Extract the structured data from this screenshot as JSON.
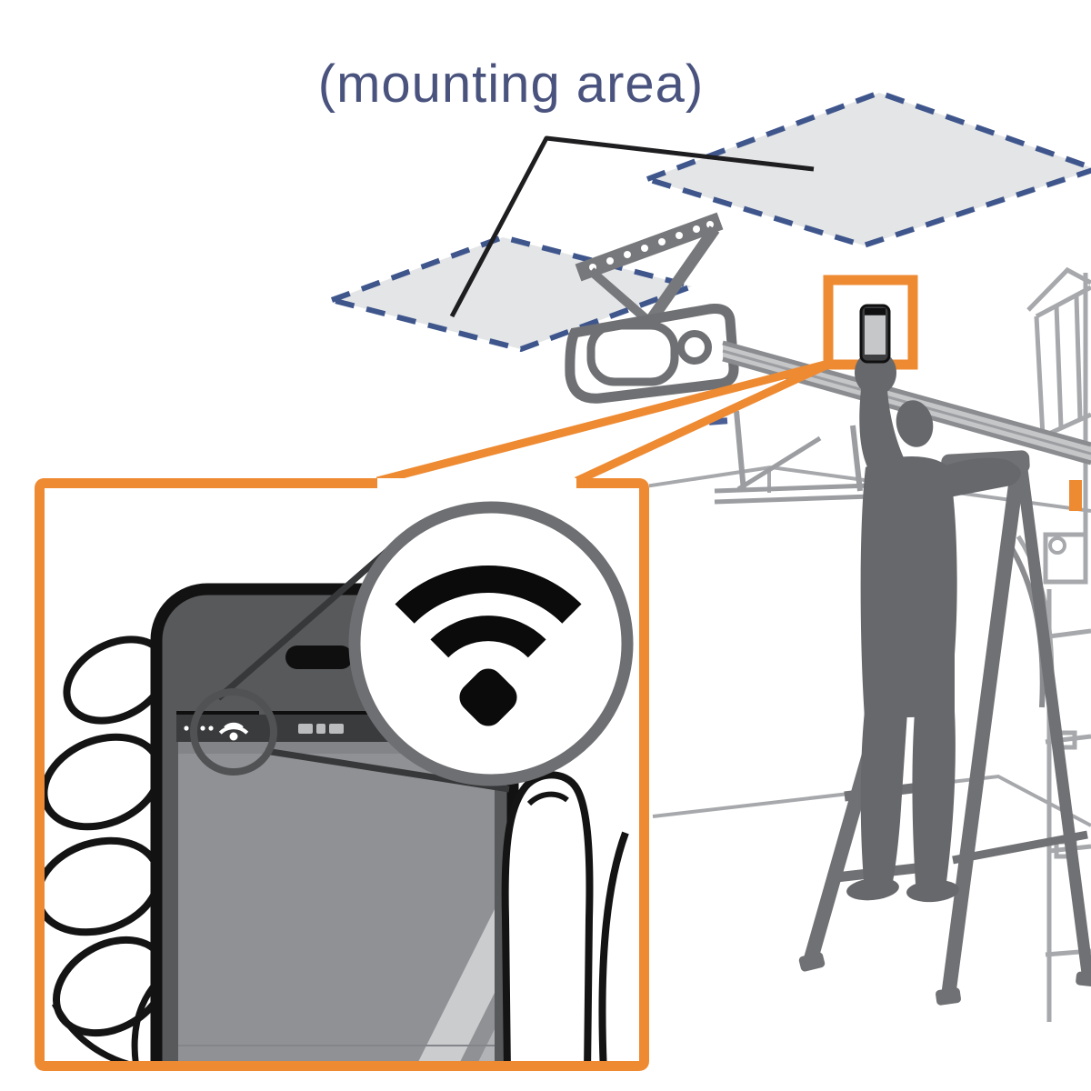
{
  "scene": {
    "label": "(mounting area)"
  },
  "colors": {
    "accent_orange": "#EE8A31",
    "navy": "#3F568C",
    "label_blue": "#49537E",
    "area_fill": "#E4E5E7",
    "silhouette": "#67686C",
    "opener_gray": "#77787B",
    "line_light": "#A6A8AB",
    "rail_gray": "#8A8C8F",
    "phone_body": "#58595B",
    "screen_gray": "#8F9194",
    "statusbar_gray": "#3A3B3D",
    "circle_ring": "#6E6F72",
    "wifi_black": "#0B0B0C",
    "wifi_white": "#FFFFFF"
  },
  "icons": {
    "wifi_large": "wifi-icon",
    "wifi_status": "wifi-status-icon",
    "signal": "signal-dots-icon",
    "magnifier": "magnifier-circle",
    "highlight": "phone-highlight-box"
  }
}
